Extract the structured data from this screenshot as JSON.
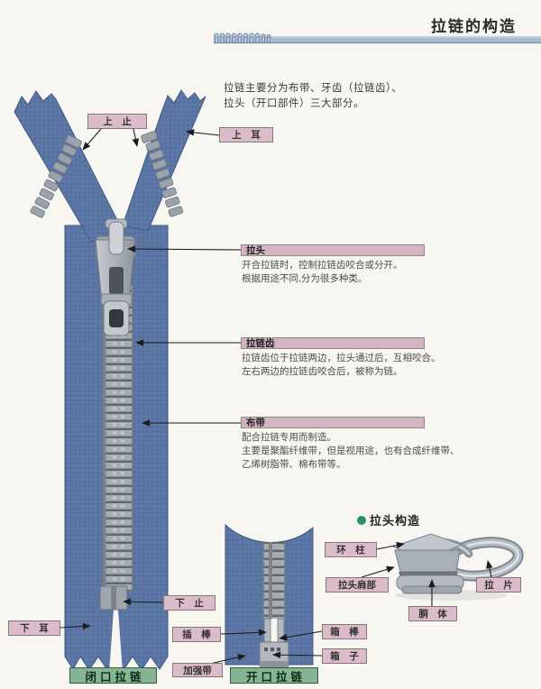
{
  "header": {
    "title": "拉链的构造"
  },
  "intro": {
    "line1": "拉链主要分为布带、牙齿（拉链齿）、",
    "line2": "拉头（开口部件）三大部分。"
  },
  "main_zipper": {
    "top_stop": "上　止",
    "top_ear": "上　耳",
    "bottom_stop": "下　止",
    "bottom_ear": "下　耳",
    "caption": "闭口拉链"
  },
  "part_notes": {
    "slider": {
      "label": "拉头",
      "desc1": "开合拉链时，控制拉链齿咬合或分开。",
      "desc2": "根据用途不同,分为很多种类。"
    },
    "teeth": {
      "label": "拉链齿",
      "desc1": "拉链齿位于拉链两边，拉头通过后，互相咬合。",
      "desc2": "左右两边的拉链齿咬合后，被称为链。"
    },
    "tape": {
      "label": "布带",
      "desc1": "配合拉链专用而制造。",
      "desc2": "主要是聚酯纤维带，但是视用途，也有合成纤维带、",
      "desc3": "乙烯树脂带、棉布带等。"
    }
  },
  "open_end_zipper": {
    "insert_pin": "插　棒",
    "box_pin": "箱　棒",
    "box": "箱　子",
    "reinforce_tape": "加强带",
    "caption": "开口拉链"
  },
  "slider_structure": {
    "heading": "拉头构造",
    "ring_post": "环　柱",
    "shoulder": "拉头肩部",
    "pull_tab": "拉　片",
    "body": "胴　体"
  },
  "colors": {
    "tape_blue": "#5a74a3",
    "teeth_grey": "#a6acb4",
    "label_pink": "#dcbcca",
    "label_green": "#85b593",
    "header_bar_blue": "#a9bcd2",
    "bullet_green": "#2e9060"
  }
}
